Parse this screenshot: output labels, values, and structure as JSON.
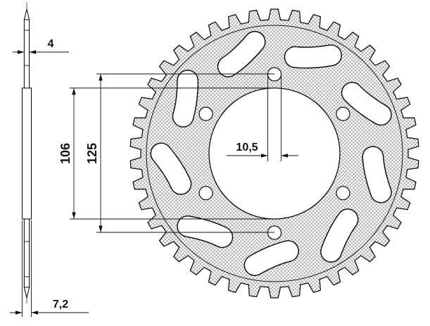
{
  "diagram": {
    "type": "technical-drawing",
    "subject": "rear-sprocket",
    "dimensions": {
      "tooth_width": "4",
      "hub_width": "7,2",
      "bore_diameter": "106",
      "bolt_circle_diameter": "125",
      "bolt_hole_diameter": "10,5"
    },
    "sprocket": {
      "teeth": 42,
      "slots": 9,
      "bolt_holes": 6
    },
    "colors": {
      "line": "#111111",
      "hatch": "#808080",
      "background": "#ffffff"
    }
  }
}
